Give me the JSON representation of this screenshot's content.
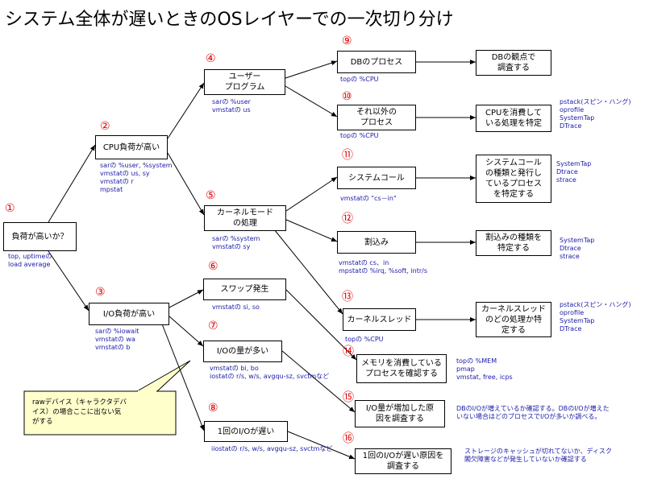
{
  "title": "システム全体が遅いときのOSレイヤーでの一次切り分け",
  "colors": {
    "number": "#e00000",
    "command": "#1a1aa8",
    "callout_fill": "#ffffcc"
  },
  "nodes": {
    "n1": {
      "number": "①",
      "label": "負荷が高いか？",
      "commands": "top, uptimeの\nload average"
    },
    "n2": {
      "number": "②",
      "label": "CPU負荷が高い",
      "commands": "sarの %user, %system\nvmstatの us, sy\nvmstatの r\nmpstat"
    },
    "n3": {
      "number": "③",
      "label": "I/O負荷が高い",
      "commands": "sarの %iowait\nvmstatの wa\nvmstatの b"
    },
    "n4": {
      "number": "④",
      "label": "ユーザー\nプログラム",
      "commands": "sarの %user\nvmstatの us"
    },
    "n5": {
      "number": "⑤",
      "label": "カーネルモード\nの処理",
      "commands": "sarの %system\nvmstatの sy"
    },
    "n6": {
      "number": "⑥",
      "label": "スワップ発生",
      "commands": "vmstatの si, so"
    },
    "n7": {
      "number": "⑦",
      "label": "I/Oの量が多い",
      "commands": "vmstatの bi, bo\niostatの r/s, w/s, avgqu-sz, svctmなど"
    },
    "n8": {
      "number": "⑧",
      "label": "1回のI/Oが遅い",
      "commands": "iiostatの r/s, w/s, avgqu-sz, svctmなど"
    },
    "n9": {
      "number": "⑨",
      "label": "DBのプロセス",
      "commands": "topの %CPU"
    },
    "n10": {
      "number": "⑩",
      "label": "それ以外の\nプロセス",
      "commands": "topの %CPU"
    },
    "n11": {
      "number": "⑪",
      "label": "システムコール",
      "commands": "vmstatの \"cs－in\""
    },
    "n12": {
      "number": "⑫",
      "label": "割込み",
      "commands": "vmstatの cs、in\nmpstatの %irq, %soft, intr/s"
    },
    "n13": {
      "number": "⑬",
      "label": "カーネルスレッド",
      "commands": "topの %CPU"
    },
    "n14": {
      "number": "⑭",
      "label": "メモリを消費している\nプロセスを確認する",
      "commands": "topの %MEM\npmap\nvmstat, free, icps"
    },
    "n15": {
      "number": "⑮",
      "label": "I/O量が増加した原\n因を調査する",
      "commands": "DBのI/Oが増えているか確認する。DBのI/Oが増えた\nいない場合はどのプロセスでI/Oが多いか調べる。"
    },
    "n16": {
      "number": "⑯",
      "label": "1回のI/Oが遅い原因を\n調査する",
      "commands": "ストレージのキャッシュが切れてないか、ディスク\n閣欠障害などが発生していないか確認する"
    },
    "r9": {
      "label": "DBの観点で\n調査する"
    },
    "r10": {
      "label": "CPUを消費して\nいる処理を特定",
      "commands": "pstack(スピン・ハング)\noprofile\nSystemTap\nDTrace"
    },
    "r11": {
      "label": "システムコール\nの種類と発行し\nているプロセス\nを特定する",
      "commands": "SystemTap\nDtrace\nstrace"
    },
    "r12": {
      "label": "割込みの種類を\n特定する",
      "commands": "SystemTap\nDtrace\nstrace"
    },
    "r13": {
      "label": "カーネルスレッド\nのどの処理か特\n定する",
      "commands": "pstack(スピン・ハング)\noprofile\nSystemTap\nDTrace"
    }
  },
  "callout": {
    "text": "rawデバイス（キャラクタデバ\nイス）の場合ここに出ない気\nがする"
  }
}
